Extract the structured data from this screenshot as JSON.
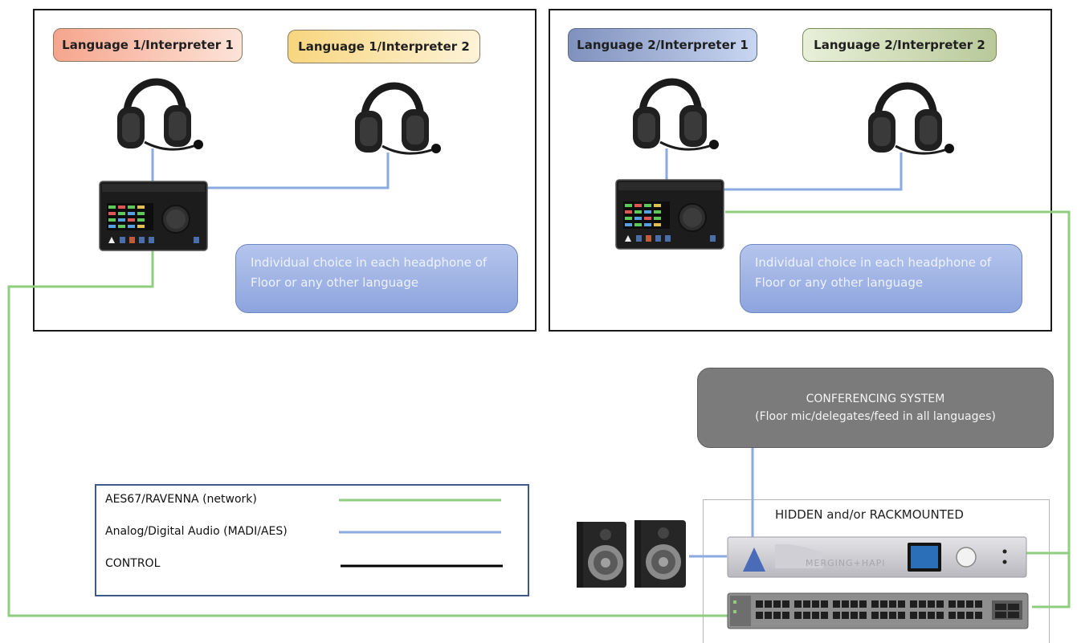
{
  "booths": [
    {
      "interpreter_labels": [
        "Language 1/Interpreter 1",
        "Language 1/Interpreter  2"
      ],
      "note": "Individual choice in each headphone of Floor or any other language"
    },
    {
      "interpreter_labels": [
        "Language 2/Interpreter 1",
        "Language 2/Interpreter  2"
      ],
      "note": "Individual choice in each headphone of Floor or any other language"
    }
  ],
  "conferencing": {
    "title": "CONFERENCING SYSTEM",
    "subtitle": "(Floor mic/delegates/feed in all languages)"
  },
  "rack": {
    "title": "HIDDEN and/or RACKMOUNTED",
    "device_brand": "MERGING+HAPI"
  },
  "legend": {
    "items": [
      {
        "label": "AES67/RAVENNA (network)",
        "color": "#8fce7e"
      },
      {
        "label": "Analog/Digital Audio (MADI/AES)",
        "color": "#8aaae0"
      },
      {
        "label": "CONTROL",
        "color": "#000000"
      }
    ]
  },
  "colors": {
    "network": "#8fce7e",
    "audio": "#8aaae0",
    "control": "#000000",
    "tag_l1_i1": "#f6a58d",
    "tag_l1_i2": "#f8d67e",
    "tag_l2_i1": "#8d9fc8",
    "tag_l2_i2": "#cfdcb4"
  },
  "icons": [
    "headset-icon",
    "control-unit-icon",
    "studio-monitor-icon",
    "audio-interface-icon",
    "network-switch-icon"
  ]
}
